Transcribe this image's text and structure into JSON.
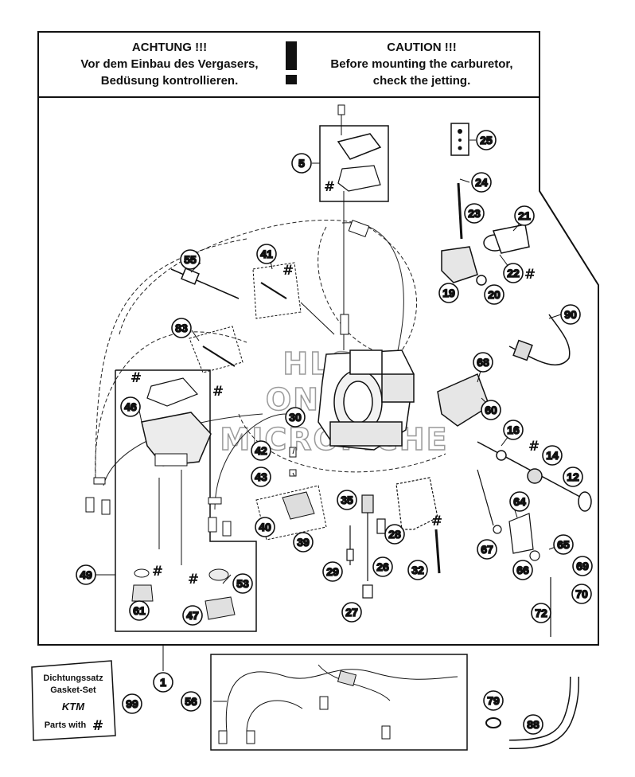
{
  "header": {
    "de_title": "ACHTUNG !!!",
    "de_line1": "Vor dem Einbau des Vergasers,",
    "de_line2": "Bedüsung kontrollieren.",
    "exclaim": "!",
    "en_title": "CAUTION !!!",
    "en_line1": "Before mounting the carburetor,",
    "en_line2": "check the jetting."
  },
  "watermark": [
    "HLSM",
    "ONLINE",
    "MICROFICHE"
  ],
  "gasket_box": {
    "line1": "Dichtungssatz",
    "line2": "Gasket-Set",
    "brand": "KTM",
    "line3": "Parts with",
    "symbol": "#"
  },
  "hash_symbol": "#",
  "part_labels": [
    "1",
    "5",
    "12",
    "14",
    "16",
    "19",
    "20",
    "21",
    "22",
    "23",
    "24",
    "25",
    "26",
    "27",
    "28",
    "29",
    "30",
    "32",
    "35",
    "39",
    "40",
    "41",
    "42",
    "43",
    "46",
    "47",
    "49",
    "53",
    "55",
    "56",
    "60",
    "61",
    "64",
    "65",
    "66",
    "67",
    "68",
    "69",
    "70",
    "72",
    "79",
    "83",
    "88",
    "90",
    "99"
  ]
}
